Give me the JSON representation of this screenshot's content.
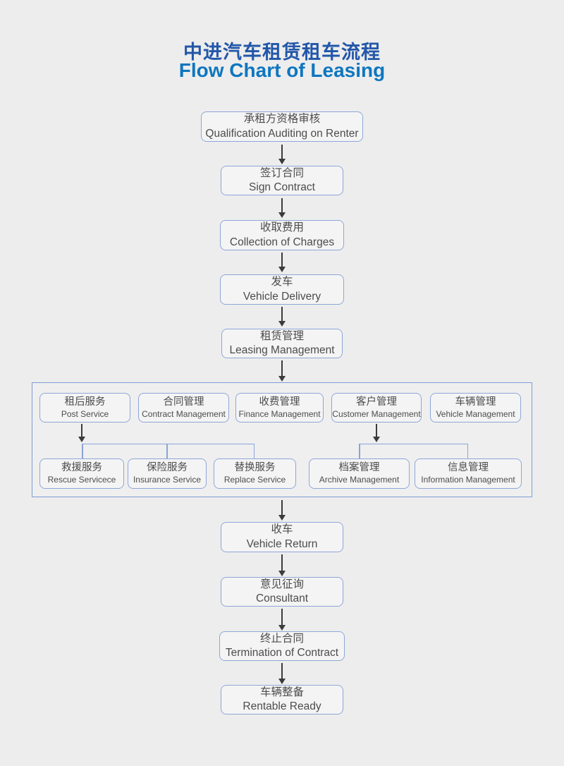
{
  "title": {
    "zh": "中进汽车租赁租车流程",
    "en": "Flow Chart of Leasing"
  },
  "flow": {
    "steps": [
      {
        "zh": "承租方资格审核",
        "en": "Qualification Auditing on Renter"
      },
      {
        "zh": "签订合同",
        "en": "Sign Contract"
      },
      {
        "zh": "收取费用",
        "en": "Collection of Charges"
      },
      {
        "zh": "发车",
        "en": "Vehicle Delivery"
      },
      {
        "zh": "租赁管理",
        "en": "Leasing Management"
      }
    ],
    "group": {
      "row1": [
        {
          "zh": "租后服务",
          "en": "Post Service"
        },
        {
          "zh": "合同管理",
          "en": "Contract Management"
        },
        {
          "zh": "收费管理",
          "en": "Finance Management"
        },
        {
          "zh": "客户管理",
          "en": "Customer Management"
        },
        {
          "zh": "车辆管理",
          "en": "Vehicle Management"
        }
      ],
      "row2_left": [
        {
          "zh": "救援服务",
          "en": "Rescue Servicece"
        },
        {
          "zh": "保险服务",
          "en": "Insurance Service"
        },
        {
          "zh": "替换服务",
          "en": "Replace Service"
        }
      ],
      "row2_right": [
        {
          "zh": "档案管理",
          "en": "Archive Management"
        },
        {
          "zh": "信息管理",
          "en": "Information Management"
        }
      ]
    },
    "steps_after": [
      {
        "zh": "收车",
        "en": "Vehicle Return"
      },
      {
        "zh": "意见征询",
        "en": "Consultant"
      },
      {
        "zh": "终止合同",
        "en": "Termination of Contract"
      },
      {
        "zh": "车辆整备",
        "en": "Rentable Ready"
      }
    ]
  },
  "colors": {
    "background": "#ededed",
    "box_fill": "#f4f4f4",
    "box_border": "#8fa6d9",
    "group_border": "#7f9cd4",
    "text": "#4c4c4c",
    "arrow": "#3b3b3b",
    "connector": "#8aa4d8",
    "title_zh": "#2257a9",
    "title_en": "#0e76bf"
  }
}
